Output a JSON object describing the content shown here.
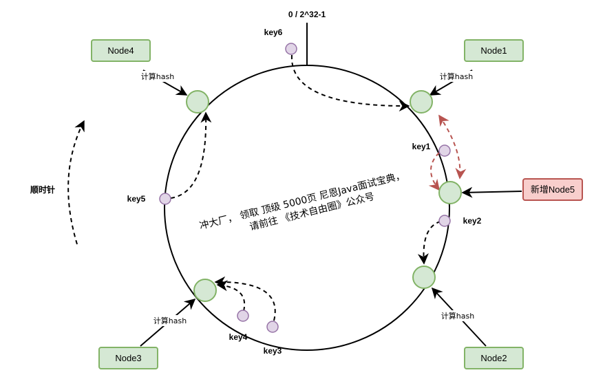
{
  "ring": {
    "top_label": "0 / 2^32-1"
  },
  "direction_label": "顺时针",
  "edge_label": "计算hash",
  "nodes": {
    "node1": "Node1",
    "node2": "Node2",
    "node3": "Node3",
    "node4": "Node4",
    "node5": "新增Node5"
  },
  "keys": {
    "key1": "key1",
    "key2": "key2",
    "key3": "key3",
    "key4": "key4",
    "key5": "key5",
    "key6": "key6"
  },
  "watermark": {
    "line1": "冲大厂， 领取 顶级  5000页 尼恩Java面试宝典，",
    "line2": "请前往 《技术自由圈》公众号"
  },
  "colors": {
    "node_fill": "#d5e8d4",
    "node_stroke": "#82b366",
    "new_node_fill": "#f8cecc",
    "new_node_stroke": "#b85450",
    "key_fill": "#e1d5e7",
    "key_stroke": "#9673a6",
    "highlight_arrow": "#b85450"
  }
}
